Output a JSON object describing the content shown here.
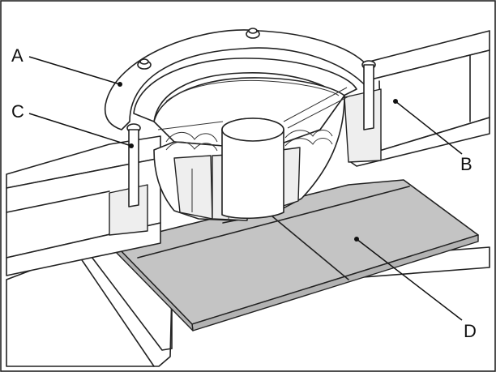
{
  "diagram": {
    "labels": {
      "a": "A",
      "b": "B",
      "c": "C",
      "d": "D"
    },
    "border_color": "#222222",
    "damping_pad_color": "#c4c4c4"
  }
}
